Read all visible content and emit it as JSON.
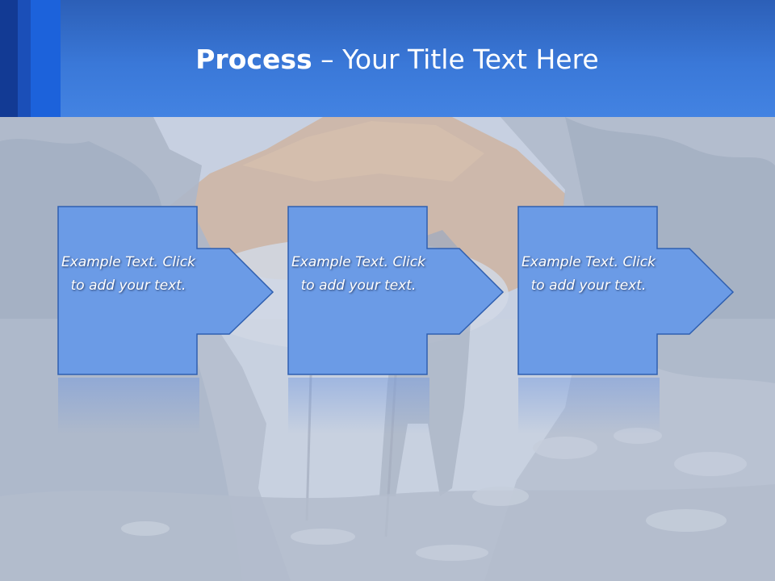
{
  "slide": {
    "title_bold": "Process",
    "title_rest": " – Your Title Text Here"
  },
  "steps": [
    {
      "text": "Example Text. Click  to add your text."
    },
    {
      "text": "Example Text. Click  to add your text."
    },
    {
      "text": "Example Text. Click  to add your text."
    }
  ],
  "colors": {
    "header": "#3a78d8",
    "box_fill": "#6b9be6",
    "box_border": "#2f5fb0",
    "text": "#ffffff"
  }
}
